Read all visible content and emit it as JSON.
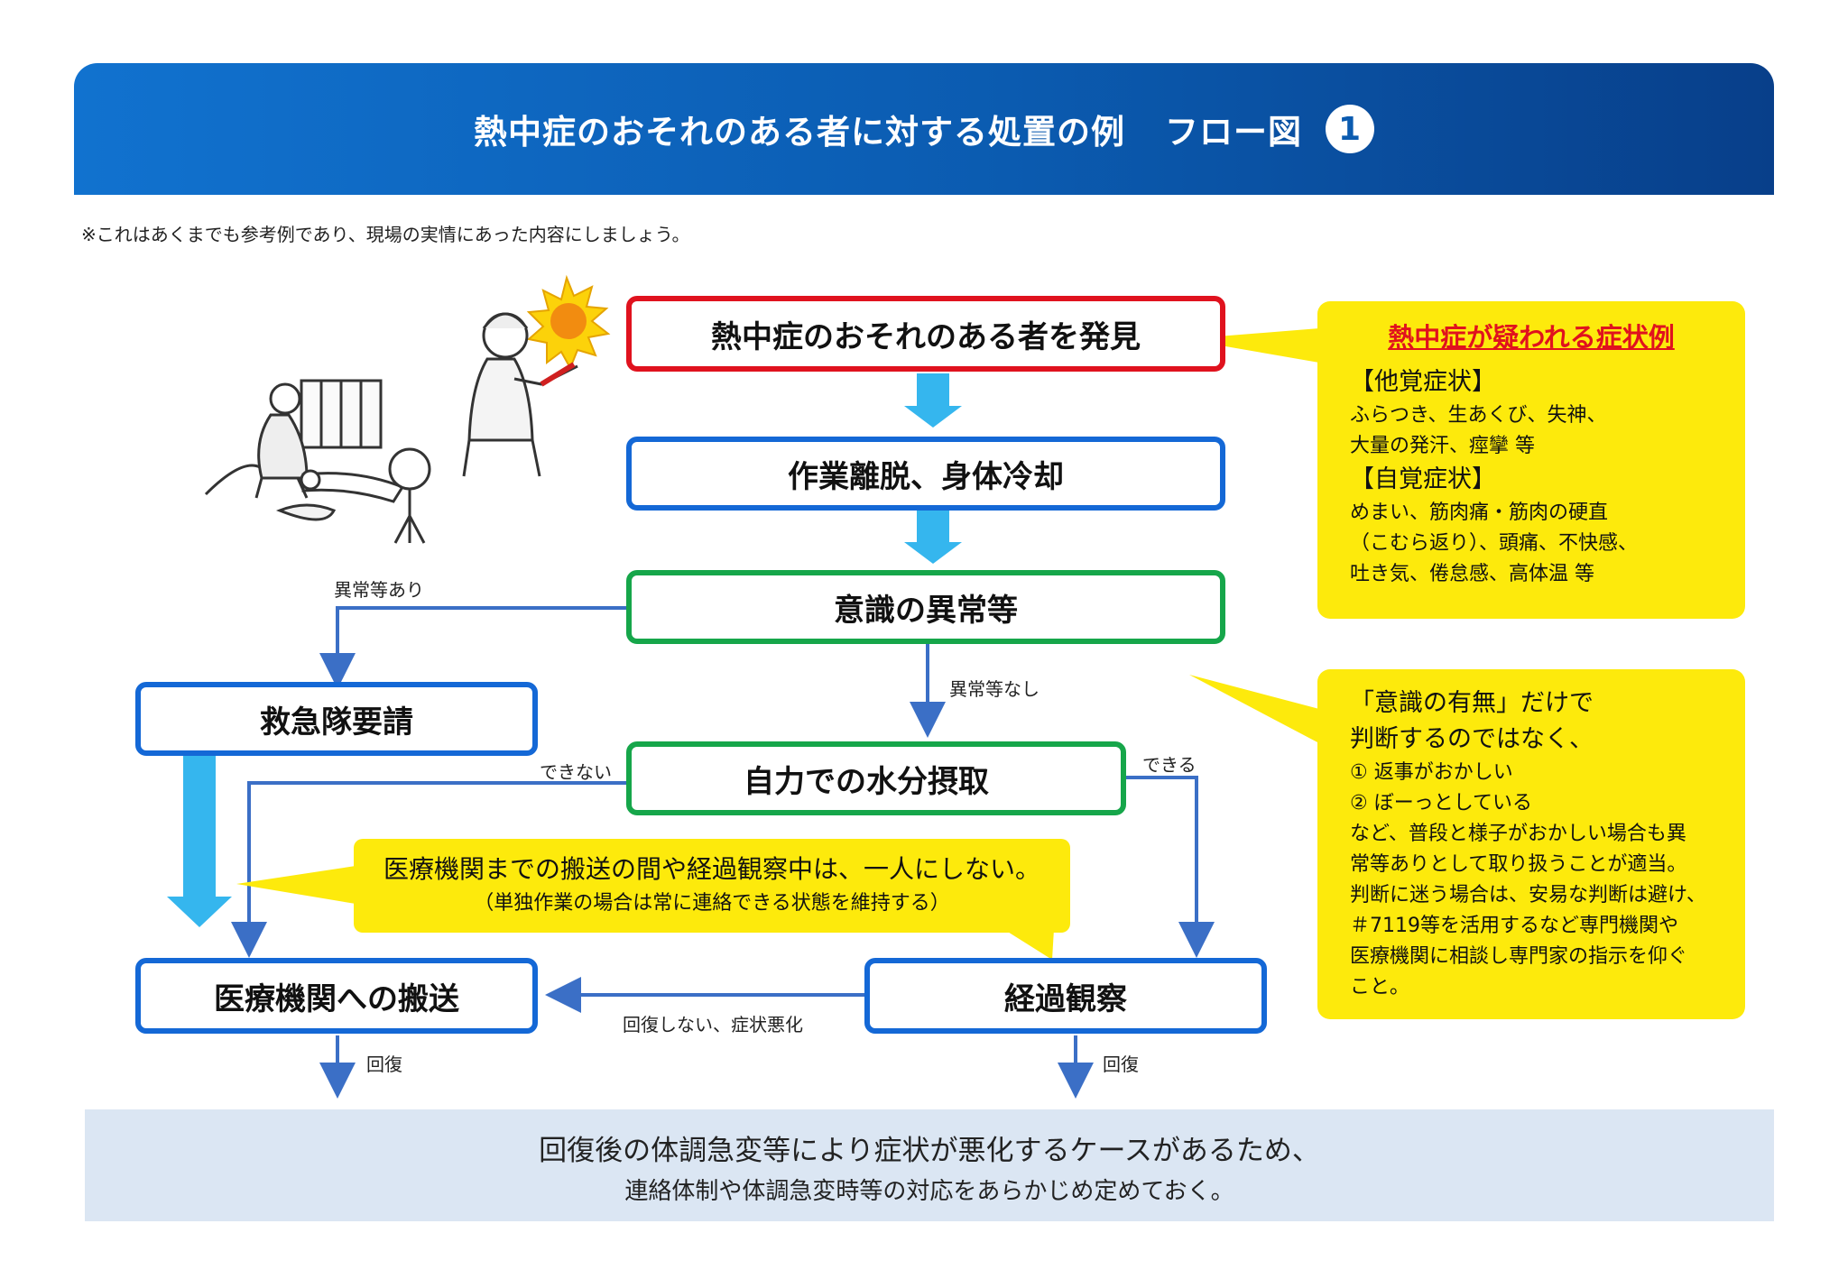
{
  "header": {
    "title": "熱中症のおそれのある者に対する処置の例",
    "subtitle": "フロー図",
    "badge": "1"
  },
  "note": "※これはあくまでも参考例であり、現場の実情にあった内容にしましょう。",
  "flow": {
    "discover": "熱中症のおそれのある者を発見",
    "cool": "作業離脱、身体冷却",
    "consciousness": "意識の異常等",
    "ambulance": "救急隊要請",
    "hydration": "自力での水分摂取",
    "transport": "医療機関への搬送",
    "observe": "経過観察"
  },
  "edge_labels": {
    "abnormal_yes": "異常等あり",
    "abnormal_no": "異常等なし",
    "cannot": "できない",
    "can": "できる",
    "not_recover": "回復しない、症状悪化",
    "recover_left": "回復",
    "recover_right": "回復"
  },
  "symptoms": {
    "title": "熱中症が疑われる症状例",
    "objective_head": "【他覚症状】",
    "objective_1": "ふらつき、生あくび、失神、",
    "objective_2": "大量の発汗、痙攣 等",
    "subjective_head": "【自覚症状】",
    "subjective_1": "めまい、筋肉痛・筋肉の硬直",
    "subjective_2": "（こむら返り）、頭痛、不快感、",
    "subjective_3": "吐き気、倦怠感、高体温 等"
  },
  "judgement": {
    "line1": "「意識の有無」だけで",
    "line2": "判断するのではなく、",
    "line3": "① 返事がおかしい",
    "line4": "② ぼーっとしている",
    "line5": "など、普段と様子がおかしい場合も異",
    "line6": "常等ありとして取り扱うことが適当。",
    "line7": "判断に迷う場合は、安易な判断は避け、",
    "line8": "＃7119等を活用するなど専門機関や",
    "line9": "医療機関に相談し専門家の指示を仰ぐ",
    "line10": "こと。"
  },
  "alone": {
    "line1": "医療機関までの搬送の間や経過観察中は、一人にしない。",
    "line2": "（単独作業の場合は常に連絡できる状態を維持する）"
  },
  "bottom": {
    "line1": "回復後の体調急変等により症状が悪化するケースがあるため、",
    "line2": "連絡体制や体調急変時等の対応をあらかじめ定めておく。"
  },
  "colors": {
    "banner": "#0b5bb0",
    "blue_border": "#1468d6",
    "green_border": "#16a64a",
    "red_border": "#e0121e",
    "callout": "#fdea0c",
    "arrow_light": "#35b6ee",
    "line": "#3b6fc6",
    "bottom_band": "#dbe6f3"
  }
}
